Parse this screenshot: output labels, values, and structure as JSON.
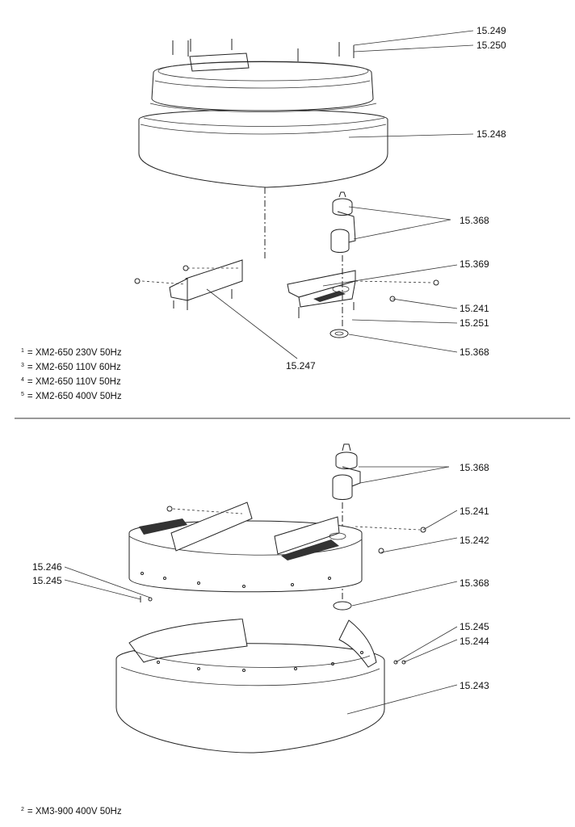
{
  "top_assembly": {
    "labels": {
      "l15249": "15.249",
      "l15250": "15.250",
      "l15248": "15.248",
      "l15368a": "15.368",
      "l15369": "15.369",
      "l15241": "15.241",
      "l15251": "15.251",
      "l15368b": "15.368",
      "l15247": "15.247"
    },
    "legend": [
      {
        "sup": "1",
        "text": "= XM2-650 230V 50Hz"
      },
      {
        "sup": "3",
        "text": "= XM2-650 110V 60Hz"
      },
      {
        "sup": "4",
        "text": "= XM2-650 110V 50Hz"
      },
      {
        "sup": "5",
        "text": "= XM2-650 400V 50Hz"
      }
    ]
  },
  "bottom_assembly": {
    "labels": {
      "l15368c": "15.368",
      "l15241b": "15.241",
      "l15242": "15.242",
      "l15246": "15.246",
      "l15245a": "15.245",
      "l15368d": "15.368",
      "l15245b": "15.245",
      "l15244": "15.244",
      "l15243": "15.243"
    },
    "legend": [
      {
        "sup": "2",
        "text": "= XM3-900 400V 50Hz"
      }
    ]
  }
}
